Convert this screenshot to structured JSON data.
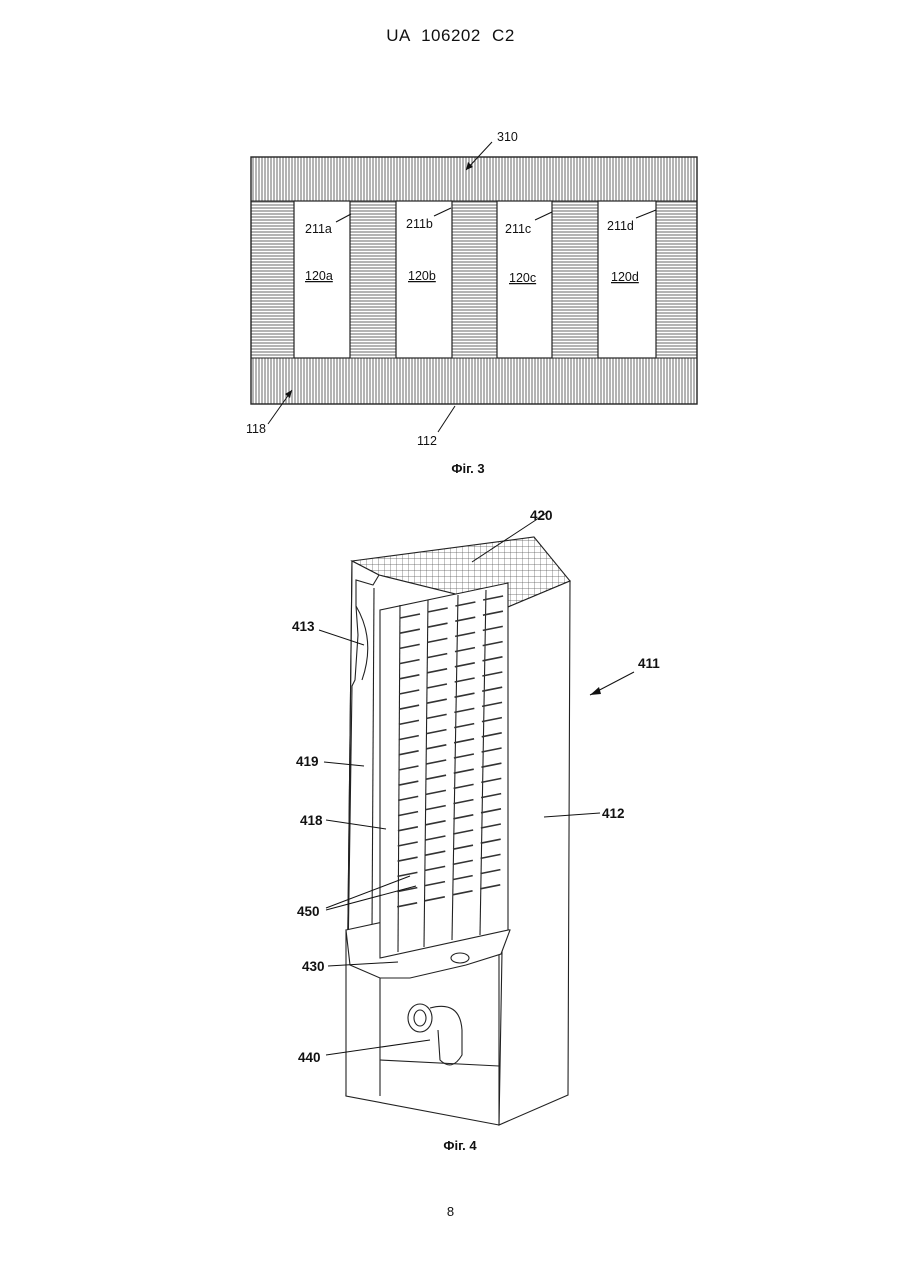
{
  "header": {
    "text": "UA   106202   C2"
  },
  "fig3": {
    "caption": "Фіг. 3",
    "labels": {
      "l310": "310",
      "l118": "118",
      "l112": "112",
      "c211a": "211a",
      "c211b": "211b",
      "c211c": "211c",
      "c211d": "211d",
      "c120a": "120a",
      "c120b": "120b",
      "c120c": "120c",
      "c120d": "120d"
    }
  },
  "fig4": {
    "caption": "Фіг. 4",
    "labels": {
      "l420": "420",
      "l413": "413",
      "l411": "411",
      "l419": "419",
      "l418": "418",
      "l412": "412",
      "l450": "450",
      "l430": "430",
      "l440": "440"
    }
  },
  "page_number": "8"
}
